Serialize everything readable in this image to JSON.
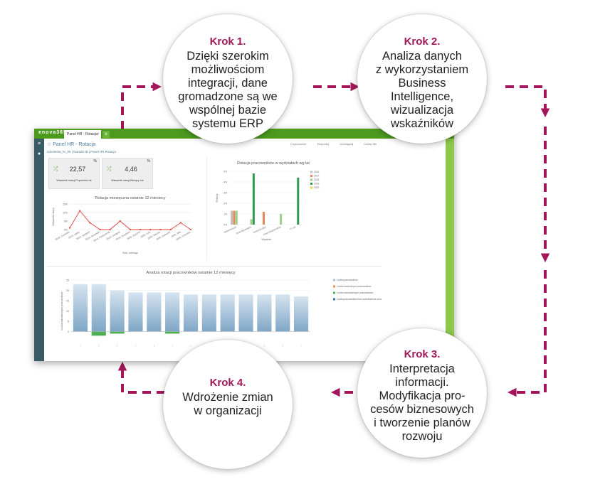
{
  "steps": [
    {
      "title": "Krok 1.",
      "lines": [
        "Dzięki szerokim",
        "możliwościom",
        "integracji, dane",
        "gromadzone są we",
        "wspólnej bazie",
        "systemu ERP"
      ]
    },
    {
      "title": "Krok 2.",
      "lines": [
        "Analiza danych",
        "z wykorzystaniem",
        "Business",
        "Intelligence,",
        "wizualizacja",
        "wskaźników"
      ]
    },
    {
      "title": "Krok 3.",
      "lines": [
        "Interpretacja",
        "informacji.",
        "Modyfikacja pro-",
        "cesów biznesowych",
        "i tworzenie planów",
        "rozwoju"
      ]
    },
    {
      "title": "Krok 4.",
      "lines": [
        "Wdrożenie zmian",
        "w organizacji"
      ]
    }
  ],
  "colors": {
    "accent": "#a3175a",
    "arrow": "#a3175a",
    "app_green": "#4d9a1f",
    "sidebar": "#3a5a66",
    "bar_blue": "#9cbcd6",
    "bar_green": "#4caf50"
  },
  "app": {
    "brand": "enova365",
    "tab_label": "Panel HR - Rotacja",
    "page_title": "Panel HR - Rotacja",
    "breadcrumb": "Szkolenia_hr_05  |  Narada IB  |  Panel HR  Rotacja",
    "toolbar": [
      "Czyszczenie",
      "Eksportuj",
      "Udostępnij",
      "Ustaw filtr"
    ],
    "kpis": [
      {
        "value": "22,57",
        "label": "Wskaźnik rotacji Poprzedni rok",
        "unit": "%"
      },
      {
        "value": "4,46",
        "label": "Wskaźnik rotacji Bieżący rok",
        "unit": "%"
      }
    ]
  },
  "chart_data": [
    {
      "type": "line",
      "title": "Rotacja miesięczna ostatnie 12 miesiecy",
      "xlabel": "Rok, miesiąc",
      "ylabel": "Wskaźnik rotacji",
      "categories": [
        "2019, Czerwiec",
        "2019, Lipiec",
        "2019, Sierpień",
        "2019, Wrzesień",
        "2019, Październik",
        "2019, Listopad",
        "2019, Grudzień",
        "2020, Styczeń",
        "2020, Luty",
        "2020, Marzec",
        "2020, Kwiecień",
        "2020, Maj",
        "2020, Czerwiec"
      ],
      "values": [
        1,
        11,
        4,
        0,
        0,
        5,
        0,
        0,
        0,
        0,
        0,
        4,
        0
      ],
      "y_ticks": [
        "0%",
        "5%",
        "10%",
        "15%"
      ],
      "ylim": [
        0,
        15
      ]
    },
    {
      "type": "bar",
      "title": "Rotacja pracowników w wydziałach wg lat",
      "xlabel": "Wydział",
      "ylabel": "Rotacja",
      "categories": [
        "Administracja",
        "Dział Sprzedaży",
        "Dział Zarządu",
        "Dział Zaopatrzenia",
        "IT Lab"
      ],
      "series": [
        {
          "name": "2016",
          "values": [
            1.3,
            0.0,
            0.0,
            0.0,
            0.0
          ]
        },
        {
          "name": "2017",
          "values": [
            1.3,
            0.0,
            1.2,
            0.0,
            0.0
          ]
        },
        {
          "name": "2018",
          "values": [
            1.3,
            0.5,
            0.0,
            1.0,
            0.0
          ]
        },
        {
          "name": "2019",
          "values": [
            0.0,
            4.8,
            0.0,
            0.0,
            4.4
          ]
        },
        {
          "name": "2020",
          "values": [
            0.0,
            0.0,
            0.0,
            0.0,
            0.0
          ]
        }
      ],
      "series_colors": [
        "#bfbfbf",
        "#e6885a",
        "#9ccc8a",
        "#2e9a4e",
        "#f2d03c"
      ],
      "y_ticks": [
        "0%",
        "1%",
        "2%",
        "3%",
        "4%",
        "5%"
      ],
      "ylim": [
        0,
        5
      ]
    },
    {
      "type": "bar",
      "title": "Analiza rotacji pracowników ostatnie 12 miesięcy",
      "ylabel": "Liczba zatrudnionych pracowników",
      "categories": [
        "2019, Czerwiec",
        "2019, Lipiec",
        "2019, Sierpień",
        "2019, Wrzesień",
        "2019, Październik",
        "2019, Listopad",
        "2019, Grudzień",
        "2020, Styczeń",
        "2020, Luty",
        "2020, Marzec",
        "2020, Kwiecień",
        "2020, Maj",
        "2020, Czerwiec"
      ],
      "series": [
        {
          "name": "Liczba pracowników",
          "values": [
            23,
            23,
            20,
            19,
            19,
            19,
            18,
            18,
            18,
            18,
            18,
            18,
            17
          ]
        },
        {
          "name": "Liczba zwolnionych pracowników",
          "values": [
            0,
            -2,
            -1,
            0,
            0,
            -1,
            0,
            0,
            0,
            0,
            0,
            0,
            0
          ]
        },
        {
          "name": "Liczba zatrudnionych pracowników",
          "values": [
            0,
            0,
            0,
            0,
            0,
            0,
            0,
            0,
            0,
            0,
            0,
            0,
            0
          ]
        },
        {
          "name": "Liczba pracowników bez przedłużenia umowy",
          "values": [
            0,
            0,
            0,
            0,
            0,
            0,
            0,
            0,
            0,
            0,
            0,
            0,
            0
          ]
        }
      ],
      "series_colors": [
        "#9cbcd6",
        "#e6885a",
        "#4caf50",
        "#3a6ea5"
      ],
      "y_ticks": [
        "0",
        "5",
        "10",
        "15",
        "20",
        "25"
      ],
      "ylim": [
        -5,
        25
      ]
    }
  ]
}
